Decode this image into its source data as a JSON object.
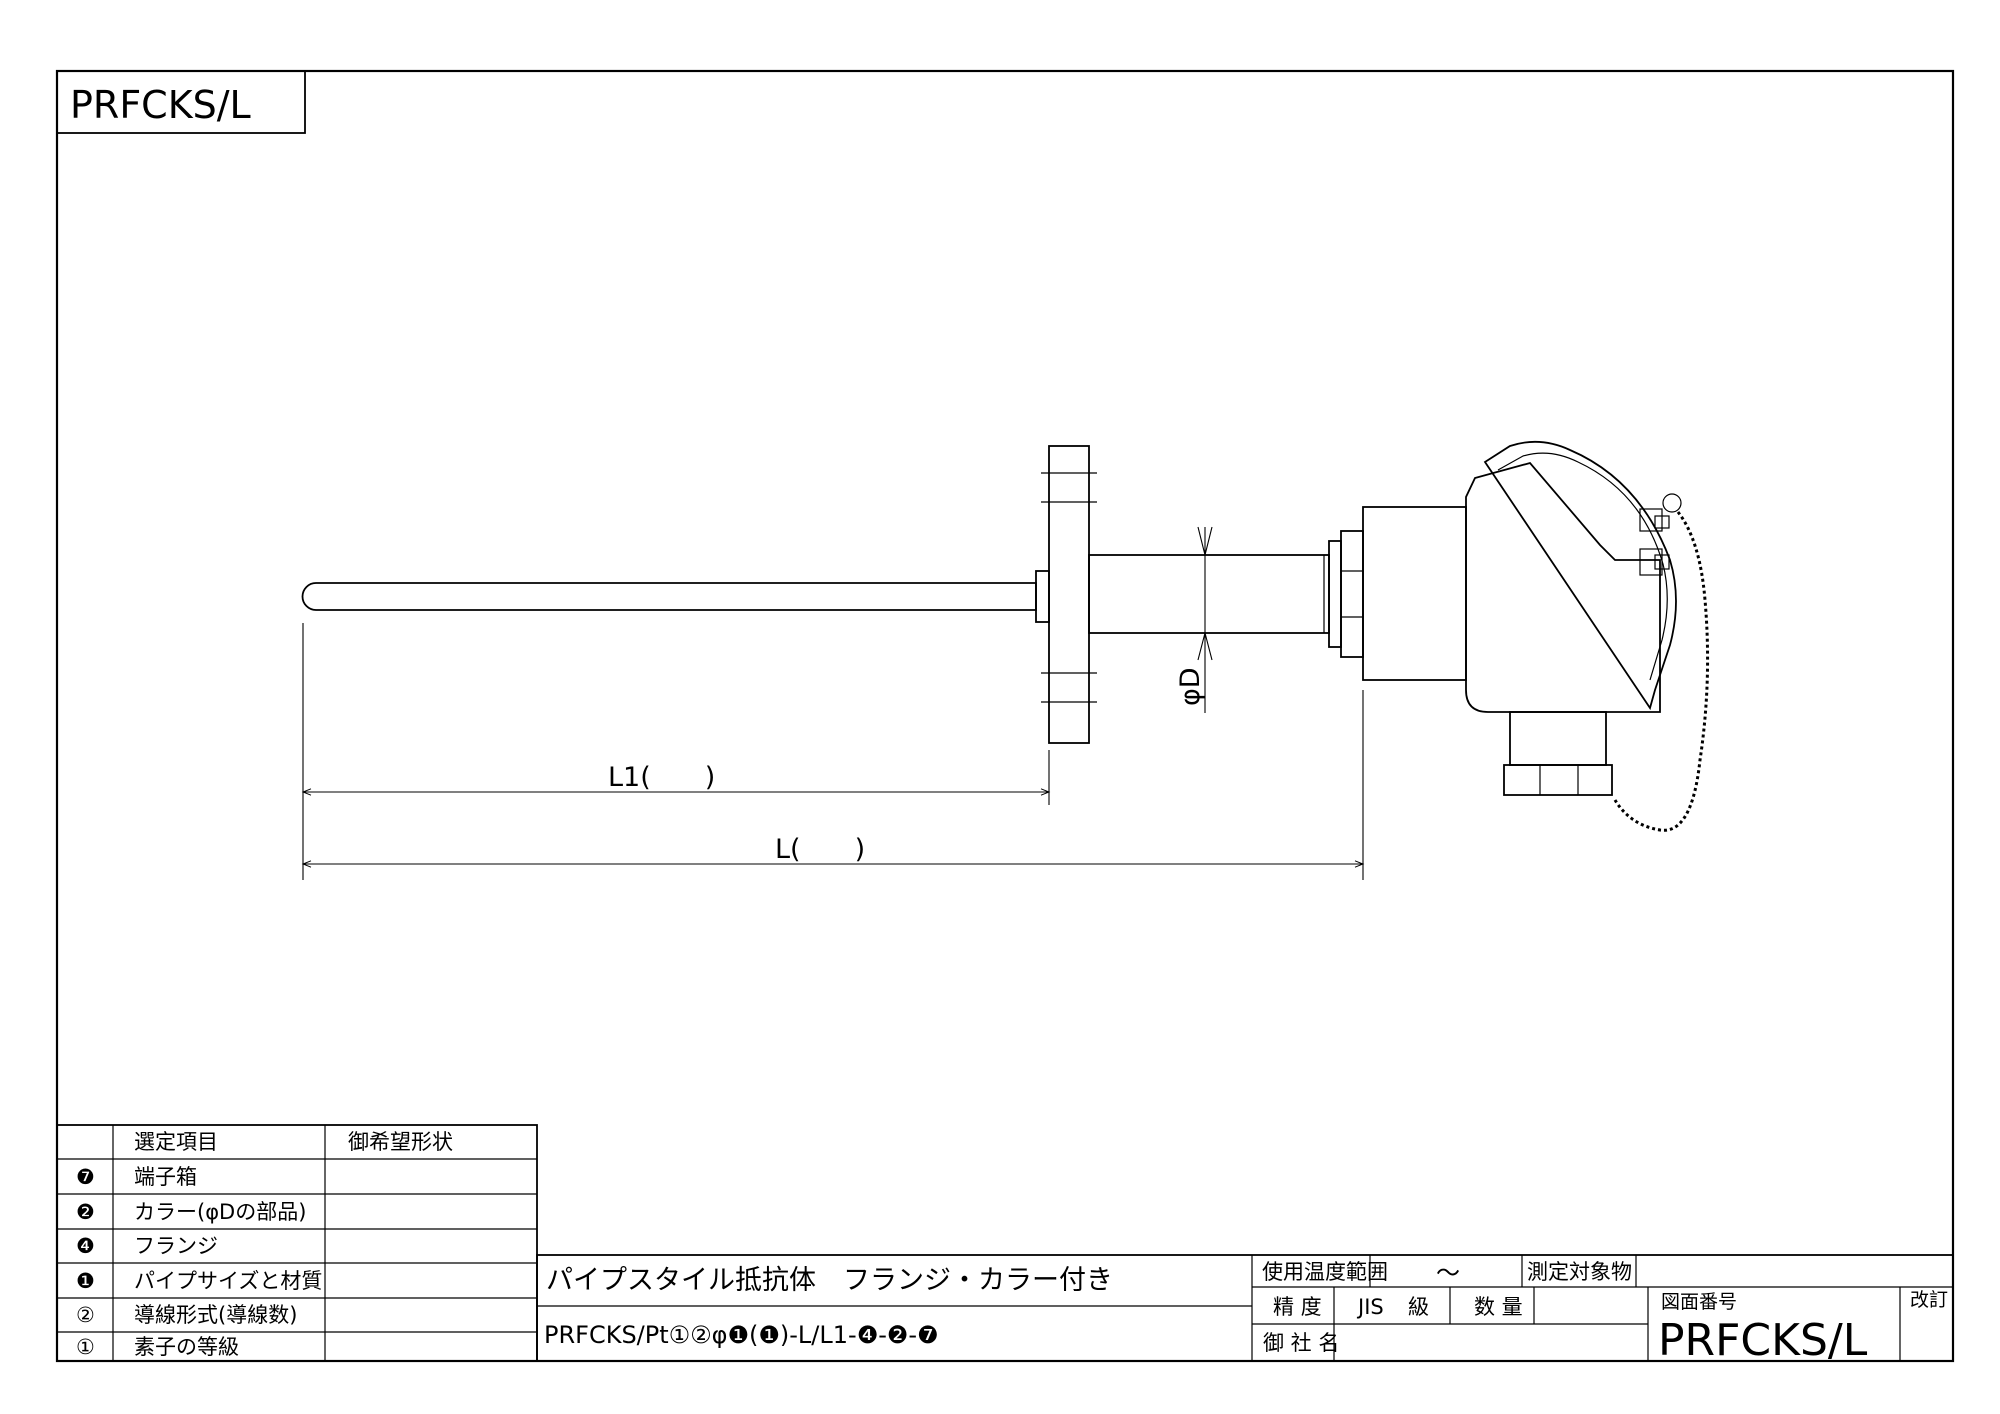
{
  "drawing": {
    "corner_title": "PRFCKS/L",
    "dim_l1": "L1(　　)",
    "dim_l": "L(　　)",
    "dim_phi_d": "φD"
  },
  "selection_table": {
    "header_item": "選定項目",
    "header_request": "御希望形状",
    "rows": [
      {
        "mark": "❼",
        "item": "端子箱"
      },
      {
        "mark": "❷",
        "item": "カラー(φDの部品)"
      },
      {
        "mark": "❹",
        "item": "フランジ"
      },
      {
        "mark": "❶",
        "item": "パイプサイズと材質"
      },
      {
        "mark": "②",
        "item": "導線形式(導線数)"
      },
      {
        "mark": "①",
        "item": "素子の等級"
      }
    ]
  },
  "title_block": {
    "product_name": "パイプスタイル抵抗体　フランジ・カラー付き",
    "model_code": "PRFCKS/Pt①②φ❶(❶)-L/L1-❹-❷-❼",
    "temp_range_label": "使用温度範囲",
    "temp_range_value": "～",
    "target_label": "測定対象物",
    "accuracy_label": "精 度",
    "accuracy_jis": "JIS",
    "accuracy_class": "級",
    "quantity_label": "数 量",
    "company_label": "御 社 名",
    "drawing_no_label": "図面番号",
    "drawing_no": "PRFCKS/L",
    "revision_label": "改訂"
  }
}
